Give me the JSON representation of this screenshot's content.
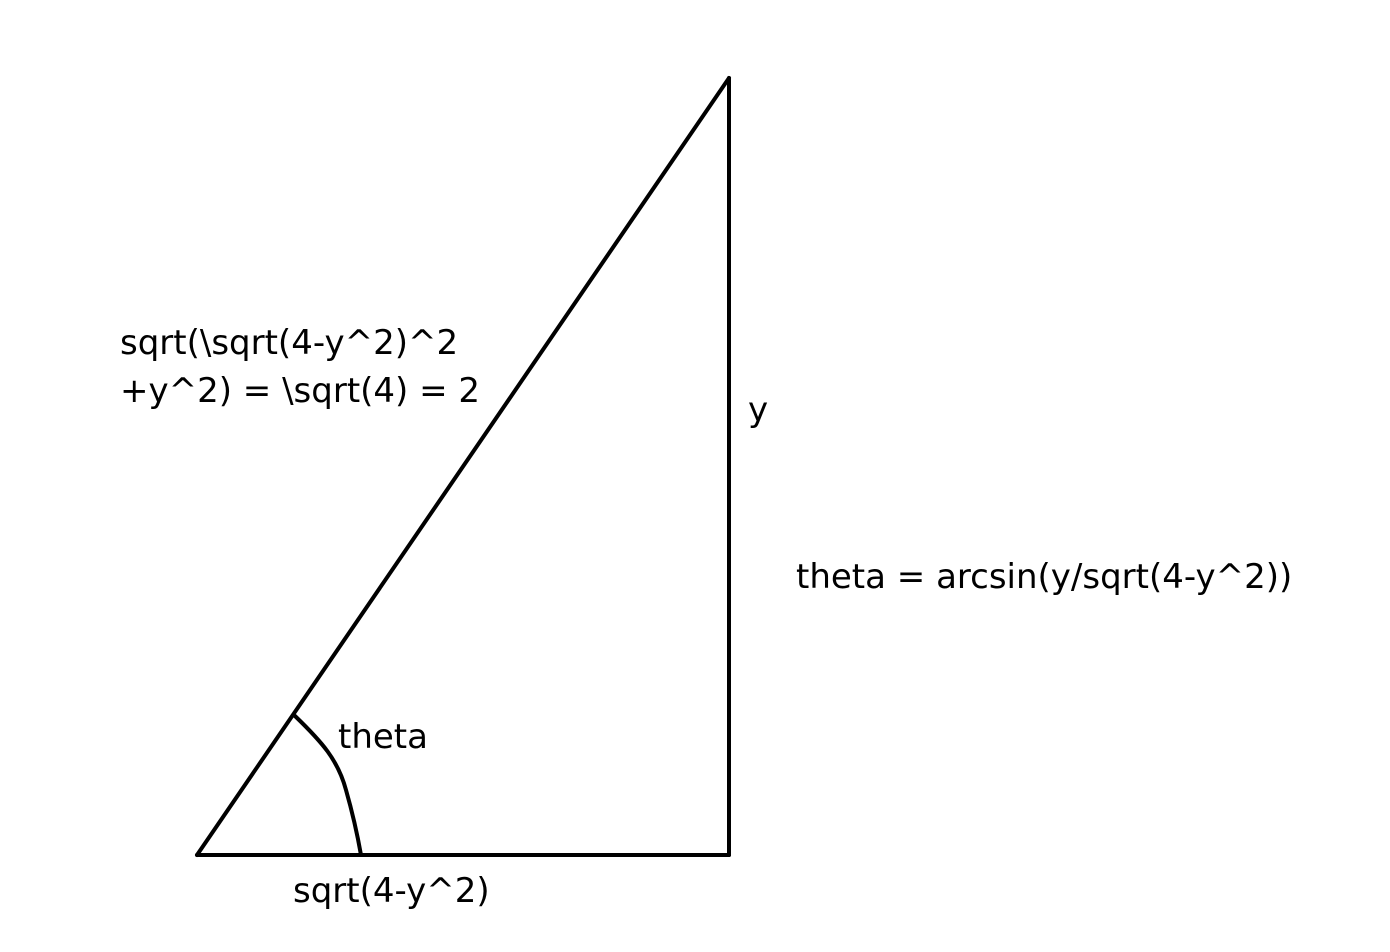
{
  "diagram": {
    "hypotenuse_label": {
      "line1": "sqrt(\\sqrt(4-y^2)^2",
      "line2": "+y^2) = \\sqrt(4) = 2"
    },
    "vertical_side_label": "y",
    "base_label": "sqrt(4-y^2)",
    "angle_label": "theta",
    "formula": "theta = arcsin(y/sqrt(4-y^2))"
  },
  "colors": {
    "stroke": "#000000",
    "background": "#ffffff"
  }
}
